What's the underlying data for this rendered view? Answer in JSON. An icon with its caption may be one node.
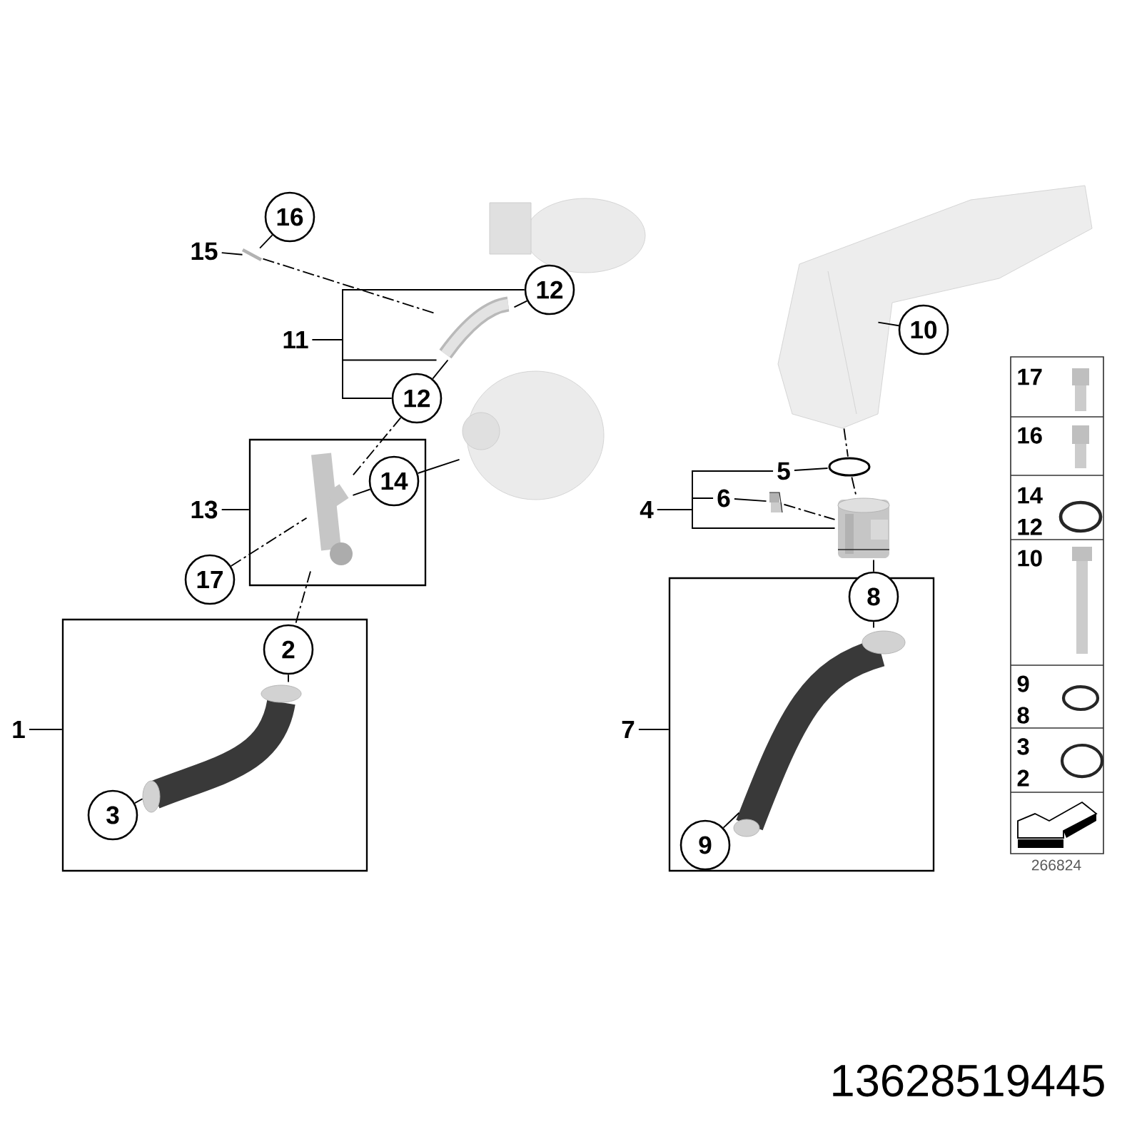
{
  "diagram": {
    "nodes": [
      {
        "text": [
          "16"
        ]
      },
      {
        "text": [
          "15"
        ]
      },
      {
        "text": [],
        "shape": "picture"
      },
      {
        "text": [
          "12"
        ]
      },
      {
        "text": [
          "11"
        ]
      },
      {
        "text": [],
        "shape": "picture"
      },
      {
        "text": [
          "12"
        ]
      },
      {
        "text": [],
        "shape": "picture"
      },
      {
        "text": [],
        "shape": "box"
      },
      {
        "text": [
          "14"
        ],
        "in": 8
      },
      {
        "text": [],
        "shape": "picture",
        "in": 8
      },
      {
        "text": [
          "13"
        ]
      },
      {
        "text": [
          "17"
        ]
      },
      {
        "text": [],
        "shape": "box"
      },
      {
        "text": [
          "2"
        ],
        "in": 13
      },
      {
        "text": [],
        "shape": "picture",
        "in": 13
      },
      {
        "text": [
          "1"
        ]
      },
      {
        "text": [
          "3"
        ],
        "in": 13
      },
      {
        "text": [],
        "shape": "picture"
      },
      {
        "text": [
          "10"
        ]
      },
      {
        "text": [],
        "shape": "circle"
      },
      {
        "text": [
          "5"
        ]
      },
      {
        "text": [
          "4"
        ]
      },
      {
        "text": [
          "6"
        ]
      },
      {
        "text": [],
        "shape": "picture"
      },
      {
        "text": [],
        "shape": "picture"
      },
      {
        "text": [],
        "shape": "box"
      },
      {
        "text": [
          "8"
        ]
      },
      {
        "text": [],
        "shape": "picture",
        "in": 26
      },
      {
        "text": [
          "7"
        ]
      },
      {
        "text": [
          "9"
        ],
        "in": 26
      }
    ],
    "edges": [
      {
        "from": 1,
        "to": 2,
        "arrow": "none"
      },
      {
        "from": 0,
        "to": 2,
        "arrow": "none"
      },
      {
        "from": 2,
        "to": 5,
        "arrow": "none",
        "style": "dashed"
      },
      {
        "from": 3,
        "to": 5,
        "arrow": "none"
      },
      {
        "from": 4,
        "to": 3,
        "arrow": "none"
      },
      {
        "from": 4,
        "to": 5,
        "arrow": "none"
      },
      {
        "from": 4,
        "to": 6,
        "arrow": "none"
      },
      {
        "from": 6,
        "to": 5,
        "arrow": "none"
      },
      {
        "from": 6,
        "to": 10,
        "arrow": "none",
        "style": "dashed"
      },
      {
        "from": 11,
        "to": 8,
        "arrow": "none"
      },
      {
        "from": 9,
        "to": 7,
        "arrow": "none"
      },
      {
        "from": 9,
        "to": 10,
        "arrow": "none"
      },
      {
        "from": 12,
        "to": 10,
        "arrow": "none",
        "style": "dashed"
      },
      {
        "from": 10,
        "to": 14,
        "arrow": "none",
        "style": "dashed"
      },
      {
        "from": 14,
        "to": 15,
        "arrow": "none"
      },
      {
        "from": 16,
        "to": 13,
        "arrow": "none"
      },
      {
        "from": 17,
        "to": 15,
        "arrow": "none"
      },
      {
        "from": 19,
        "to": 18,
        "arrow": "none"
      },
      {
        "from": 18,
        "to": 20,
        "arrow": "none",
        "style": "dashed"
      },
      {
        "from": 21,
        "to": 20,
        "arrow": "none"
      },
      {
        "from": 20,
        "to": 25,
        "arrow": "none",
        "style": "dashed"
      },
      {
        "from": 22,
        "to": 21,
        "arrow": "none"
      },
      {
        "from": 22,
        "to": 23,
        "arrow": "none"
      },
      {
        "from": 22,
        "to": 25,
        "arrow": "none"
      },
      {
        "from": 23,
        "to": 24,
        "arrow": "none"
      },
      {
        "from": 24,
        "to": 25,
        "arrow": "none",
        "style": "dashed"
      },
      {
        "from": 25,
        "to": 27,
        "arrow": "none"
      },
      {
        "from": 27,
        "to": 28,
        "arrow": "none"
      },
      {
        "from": 29,
        "to": 26,
        "arrow": "none"
      },
      {
        "from": 30,
        "to": 28,
        "arrow": "none"
      }
    ],
    "labels": [
      "17",
      "16",
      "14",
      "12",
      "10",
      "9",
      "8",
      "3",
      "2",
      "266824",
      "13628519445"
    ]
  }
}
